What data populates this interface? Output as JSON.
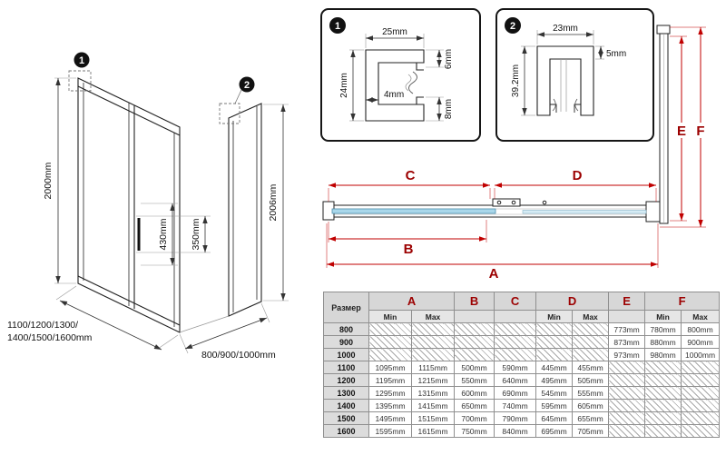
{
  "main_drawing": {
    "callout_1": "1",
    "callout_2": "2",
    "dim_height_left": "2000mm",
    "dim_height_right": "2006mm",
    "dim_handle_1": "430mm",
    "dim_handle_2": "350mm",
    "dim_width_line1": "1100/1200/1300/",
    "dim_width_line2": "1400/1500/1600mm",
    "dim_depth": "800/900/1000mm"
  },
  "detail_1": {
    "callout": "1",
    "dim_top": "25mm",
    "dim_left": "24mm",
    "dim_right_top": "6mm",
    "dim_inner": "4mm",
    "dim_right_bottom": "8mm"
  },
  "detail_2": {
    "callout": "2",
    "dim_top": "23mm",
    "dim_inner": "5mm",
    "dim_left": "39.2mm"
  },
  "top_view": {
    "label_a": "A",
    "label_b": "B",
    "label_c": "C",
    "label_d": "D",
    "label_e": "E",
    "label_f": "F"
  },
  "table": {
    "size_header": "Размер",
    "col_a": "A",
    "col_b": "B",
    "col_c": "C",
    "col_d": "D",
    "col_e": "E",
    "col_f": "F",
    "min_label": "Min",
    "max_label": "Max",
    "rows": [
      {
        "size": "800",
        "cells": [
          null,
          null,
          null,
          null,
          null,
          null,
          "773mm",
          "780mm",
          "800mm"
        ]
      },
      {
        "size": "900",
        "cells": [
          null,
          null,
          null,
          null,
          null,
          null,
          "873mm",
          "880mm",
          "900mm"
        ]
      },
      {
        "size": "1000",
        "cells": [
          null,
          null,
          null,
          null,
          null,
          null,
          "973mm",
          "980mm",
          "1000mm"
        ]
      },
      {
        "size": "1100",
        "cells": [
          "1095mm",
          "1115mm",
          "500mm",
          "590mm",
          "445mm",
          "455mm",
          null,
          null,
          null
        ]
      },
      {
        "size": "1200",
        "cells": [
          "1195mm",
          "1215mm",
          "550mm",
          "640mm",
          "495mm",
          "505mm",
          null,
          null,
          null
        ]
      },
      {
        "size": "1300",
        "cells": [
          "1295mm",
          "1315mm",
          "600mm",
          "690mm",
          "545mm",
          "555mm",
          null,
          null,
          null
        ]
      },
      {
        "size": "1400",
        "cells": [
          "1395mm",
          "1415mm",
          "650mm",
          "740mm",
          "595mm",
          "605mm",
          null,
          null,
          null
        ]
      },
      {
        "size": "1500",
        "cells": [
          "1495mm",
          "1515mm",
          "700mm",
          "790mm",
          "645mm",
          "655mm",
          null,
          null,
          null
        ]
      },
      {
        "size": "1600",
        "cells": [
          "1595mm",
          "1615mm",
          "750mm",
          "840mm",
          "695mm",
          "705mm",
          null,
          null,
          null
        ]
      }
    ]
  },
  "colors": {
    "dimension_red": "#c00000",
    "label_dark_red": "#9c0000",
    "glass_blue": "#a9d7ea",
    "line_black": "#222222"
  }
}
